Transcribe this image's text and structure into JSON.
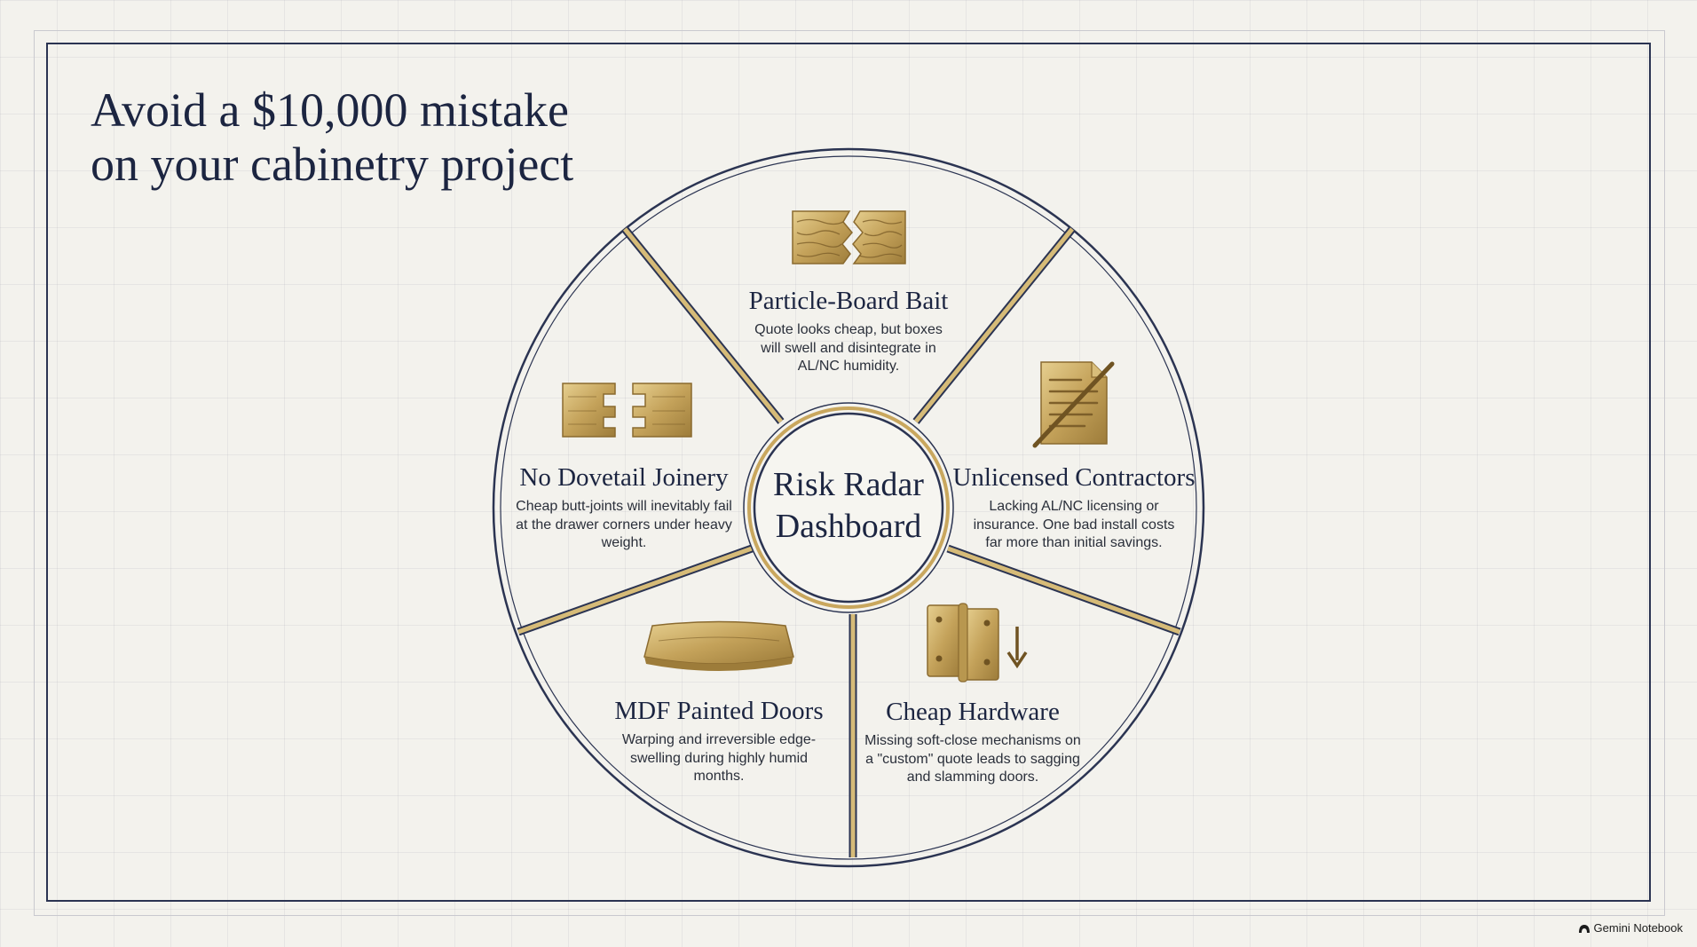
{
  "title": {
    "line1": "Avoid a $10,000 mistake",
    "line2": "on your cabinetry project"
  },
  "hub": {
    "line1": "Risk Radar",
    "line2": "Dashboard"
  },
  "segments": [
    {
      "title": "Particle-Board Bait",
      "description": "Quote looks cheap, but boxes will swell and disintegrate in AL/NC humidity.",
      "icon": "broken-board-icon"
    },
    {
      "title": "Unlicensed Contractors",
      "description": "Lacking AL/NC licensing or insurance. One bad install costs far more than initial savings.",
      "icon": "crossed-document-icon"
    },
    {
      "title": "Cheap Hardware",
      "description": "Missing soft-close mechanisms on a \"custom\" quote leads to sagging and slamming doors.",
      "icon": "hinge-down-arrow-icon"
    },
    {
      "title": "MDF Painted Doors",
      "description": "Warping and irreversible edge-swelling during highly humid months.",
      "icon": "warped-panel-icon"
    },
    {
      "title": "No Dovetail Joinery",
      "description": "Cheap butt-joints will inevitably fail at the drawer corners under heavy weight.",
      "icon": "split-joint-icon"
    }
  ],
  "watermark": "Gemini Notebook",
  "colors": {
    "navy": "#1c2541",
    "gold": "#c9a75e",
    "background": "#f3f2ed"
  }
}
